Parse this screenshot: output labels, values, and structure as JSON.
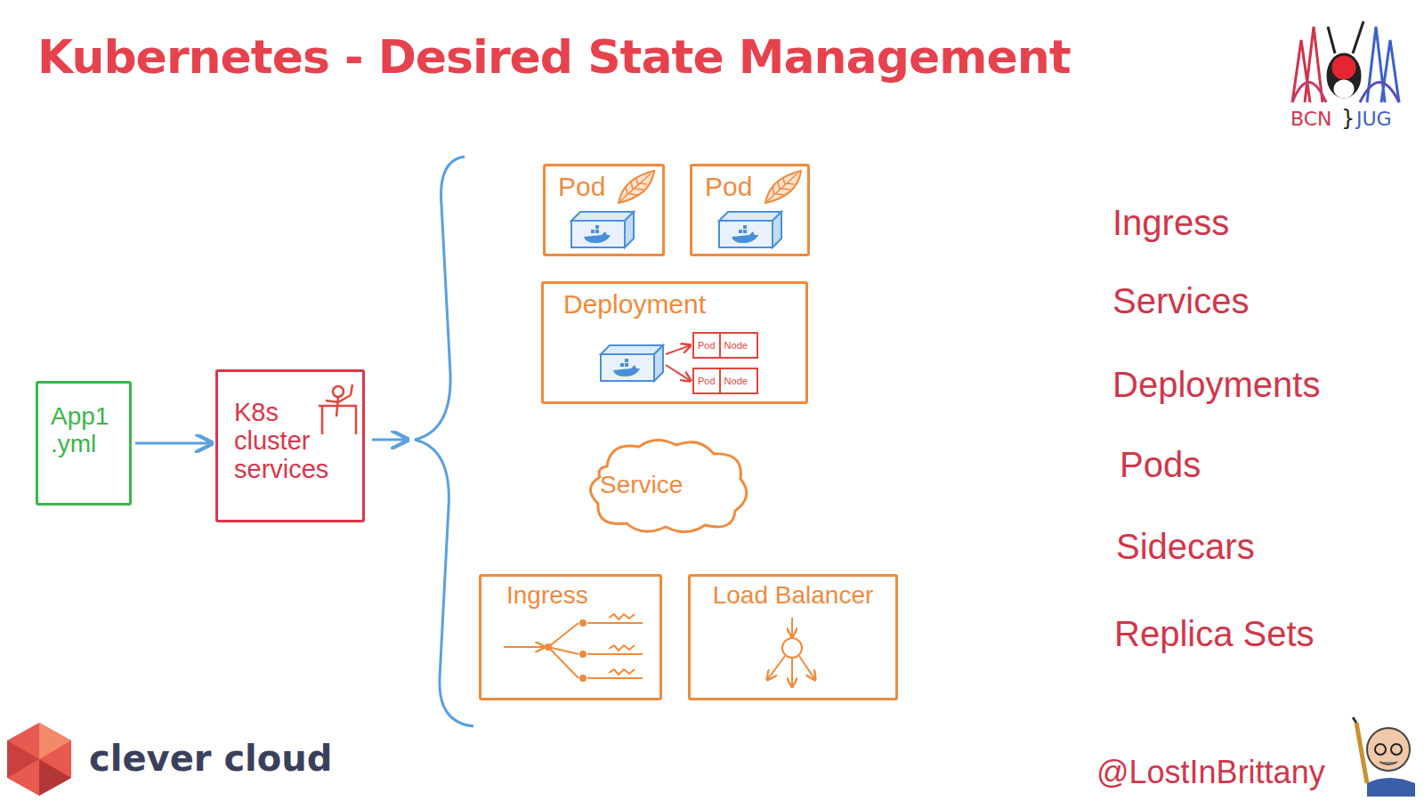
{
  "diagram": {
    "title": "Kubernetes - Desired State Management",
    "nodes": [
      {
        "text": [
          "App1 .yml"
        ]
      },
      {
        "text": [
          "K8s cluster services"
        ]
      },
      {
        "text": [
          "Pod"
        ]
      },
      {
        "text": [
          "Pod"
        ]
      },
      {
        "text": [
          "Deployment"
        ]
      },
      {
        "text": [
          "Pod",
          "Node"
        ],
        "in": 4
      },
      {
        "text": [
          "Pod",
          "Node"
        ],
        "in": 4
      },
      {
        "text": [
          "Service"
        ]
      },
      {
        "text": [
          "Ingress"
        ]
      },
      {
        "text": [
          "Load Balancer"
        ]
      }
    ],
    "edges": [
      {
        "from": 0,
        "to": 1,
        "arrow": "to"
      }
    ],
    "labels": [
      "Ingress",
      "Services",
      "Deployments",
      "Pods",
      "Sidecars",
      "Replica Sets",
      "BCN",
      "}",
      "JUG",
      "clever cloud",
      "@LostInBrittany"
    ]
  }
}
